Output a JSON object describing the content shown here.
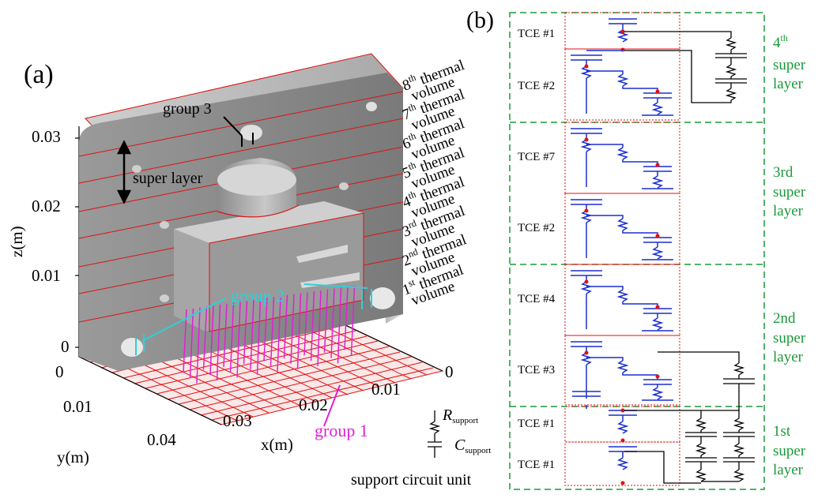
{
  "panel_a": {
    "label": "(a)",
    "group3": "group 3",
    "group2": "group 2",
    "group1": "group 1",
    "super_layer": "super layer",
    "z_axis": "z(m)",
    "x_axis": "x(m)",
    "y_axis": "y(m)",
    "z_ticks": [
      "0.03",
      "0.02",
      "0.01",
      "0"
    ],
    "x_ticks": [
      "0",
      "0.01",
      "0.02",
      "0.03"
    ],
    "y_ticks": [
      "0",
      "0.01",
      "0.04"
    ],
    "thermal_volumes": [
      {
        "sup": "th",
        "rest": " thermal",
        "num": "8"
      },
      {
        "sup": "th",
        "rest": " thermal",
        "num": "7"
      },
      {
        "sup": "th",
        "rest": " thermal",
        "num": "6"
      },
      {
        "sup": "th",
        "rest": " thermal",
        "num": "5"
      },
      {
        "sup": "th",
        "rest": " thermal",
        "num": "4"
      },
      {
        "sup": "rd",
        "rest": " thermal",
        "num": "3"
      },
      {
        "sup": "nd",
        "rest": " thermal",
        "num": "2"
      },
      {
        "sup": "st",
        "rest": " thermal",
        "num": "1"
      }
    ],
    "volume_word": "volume",
    "support_unit": "support circuit unit",
    "r_support": "R",
    "r_sub": "support",
    "c_support": "C",
    "c_sub": "support"
  },
  "panel_b": {
    "label": "(b)",
    "tce_labels": [
      "TCE #1",
      "TCE #2",
      "TCE #7",
      "TCE #2",
      "TCE #4",
      "TCE #3",
      "TCE #1",
      "TCE #1"
    ],
    "layers": [
      {
        "l1": "4",
        "sup": "th",
        "l2": "super",
        "l3": "layer"
      },
      {
        "l1": "3rd",
        "sup": "",
        "l2": "super",
        "l3": "layer"
      },
      {
        "l1": "2nd",
        "sup": "",
        "l2": "super",
        "l3": "layer"
      },
      {
        "l1": "1st",
        "sup": "",
        "l2": "super",
        "l3": "layer"
      }
    ]
  },
  "colors": {
    "red": "#e01010",
    "blue": "#1a2fd0",
    "green": "#1a9a3a",
    "magenta": "#e020d8",
    "cyan": "#2fd0d8",
    "gray": "#8f8f8f"
  }
}
